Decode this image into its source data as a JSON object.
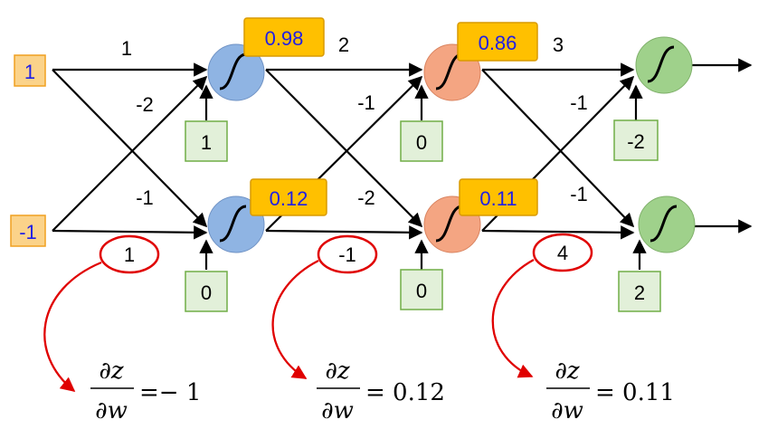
{
  "inputs": [
    "1",
    "-1"
  ],
  "layer1": {
    "weights_top": "1",
    "weights_top_cross": "-2",
    "weights_bottom_cross": "-1",
    "weights_bottom": "1",
    "bias_top": "1",
    "bias_bottom": "0",
    "out_top": "0.98",
    "out_bottom": "0.12"
  },
  "layer2": {
    "weights_top": "2",
    "weights_top_cross": "-1",
    "weights_bottom_cross": "-2",
    "weights_bottom": "-1",
    "bias_top": "0",
    "bias_bottom": "0",
    "out_top": "0.86",
    "out_bottom": "0.11"
  },
  "layer3": {
    "weights_top": "3",
    "weights_top_cross": "-1",
    "weights_bottom_cross": "-1",
    "weights_bottom": "4",
    "bias_top": "-2",
    "bias_bottom": "2"
  },
  "derivatives": [
    {
      "numer": "∂z",
      "denom": "∂w",
      "value": "=− 1"
    },
    {
      "numer": "∂z",
      "denom": "∂w",
      "value": "= 0.12"
    },
    {
      "numer": "∂z",
      "denom": "∂w",
      "value": "= 0.11"
    }
  ],
  "colors": {
    "input_fill": "#fbd38a",
    "output_badge": "#ffc000",
    "bias_fill": "#e2f0d9",
    "bias_stroke": "#70ad47",
    "neuron_l1": "#8fb4e3",
    "neuron_l2": "#f4a582",
    "neuron_l3": "#9fd18b",
    "highlight": "#e00000"
  }
}
